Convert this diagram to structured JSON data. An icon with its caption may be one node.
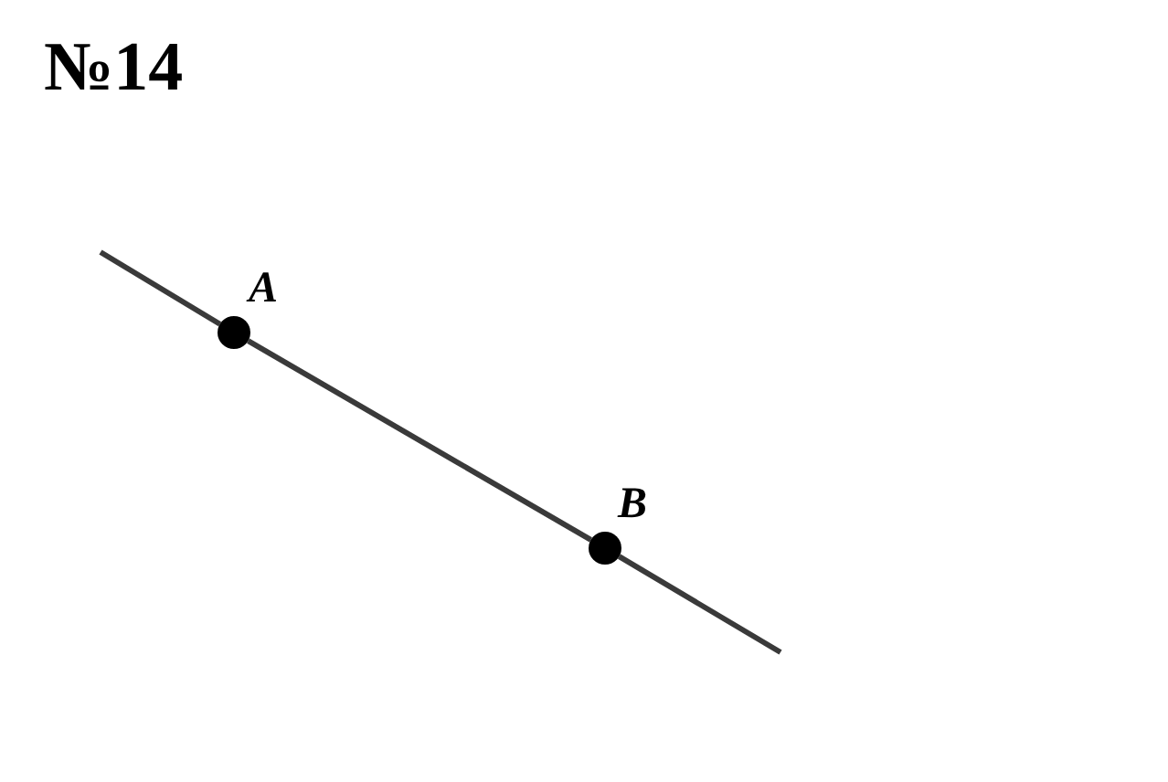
{
  "diagram": {
    "title": "№14",
    "nodes": [
      {
        "text": [],
        "shape": "circle",
        "beside": [
          "A"
        ]
      },
      {
        "text": [],
        "shape": "circle",
        "beside": [
          "B"
        ]
      }
    ],
    "edges": [
      {
        "from": null,
        "to": 0,
        "arrow": "none"
      },
      {
        "from": 0,
        "to": 1,
        "arrow": "none"
      },
      {
        "from": 1,
        "to": null,
        "arrow": "none"
      }
    ]
  }
}
